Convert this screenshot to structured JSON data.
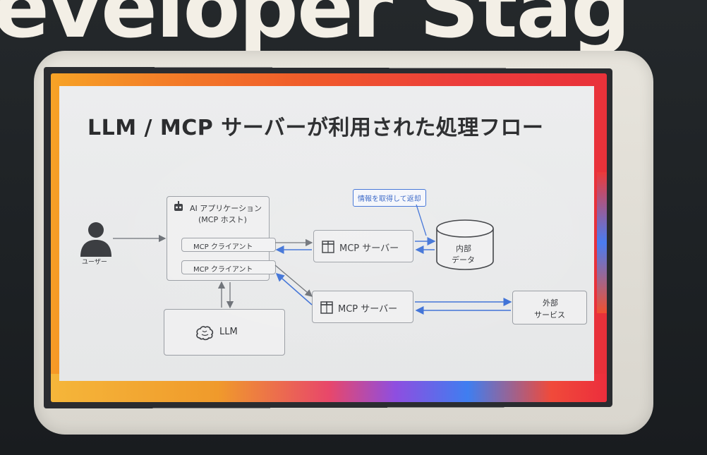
{
  "banner": {
    "text": "eveloper Stag"
  },
  "slide": {
    "title": "LLM / MCP サーバーが利用された処理フロー",
    "user": {
      "label": "ユーザー",
      "icon": "user-icon"
    },
    "ai_app": {
      "title_line1": "AI アプリケーション",
      "title_line2": "(MCP ホスト)",
      "icon": "robot-icon",
      "client1": "MCP クライアント",
      "client2": "MCP クライアント"
    },
    "llm": {
      "label": "LLM",
      "icon": "brain-icon"
    },
    "mcp_server_1": {
      "label": "MCP サーバー",
      "icon": "server-blocks-icon"
    },
    "mcp_server_2": {
      "label": "MCP サーバー",
      "icon": "server-blocks-icon"
    },
    "internal_data": {
      "line1": "内部",
      "line2": "データ",
      "icon": "database-cylinder-icon"
    },
    "external_service": {
      "line1": "外部",
      "line2": "サービス"
    },
    "callout": "情報を取得して返却"
  },
  "colors": {
    "arrow_gray": "#6b6f75",
    "arrow_blue": "#3b6fd6",
    "slide_bg": "#ececed",
    "frame_red": "#ec3a3a",
    "frame_orange": "#f7a326"
  }
}
